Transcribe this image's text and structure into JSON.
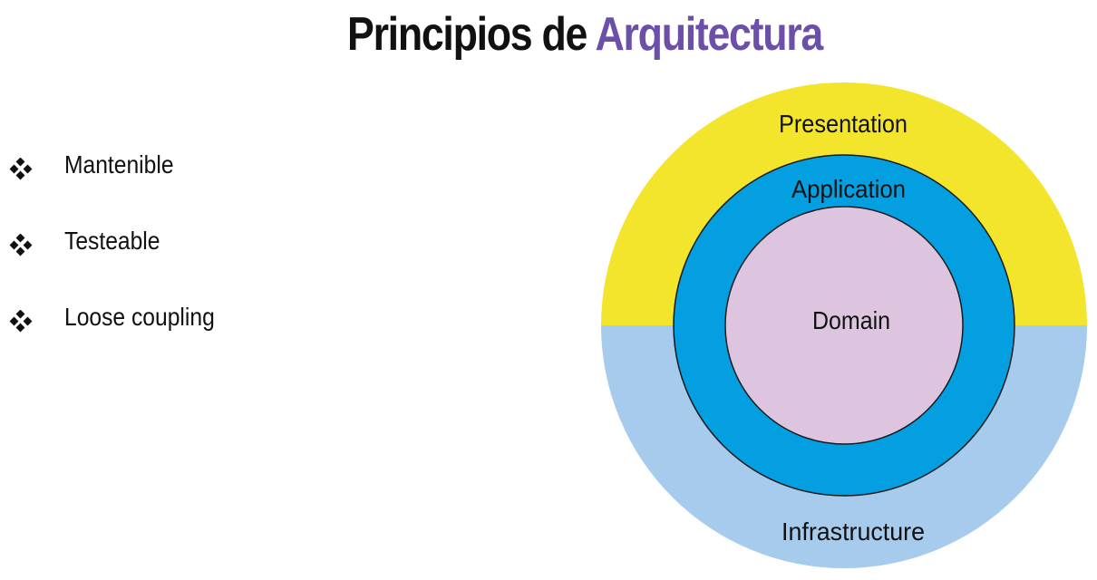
{
  "title": {
    "prefix": "Principios de ",
    "accent": "Arquitectura"
  },
  "bullets": [
    {
      "label": "Mantenible"
    },
    {
      "label": "Testeable"
    },
    {
      "label": "Loose coupling"
    }
  ],
  "diagram": {
    "layers": {
      "presentation": "Presentation",
      "application": "Application",
      "domain": "Domain",
      "infrastructure": "Infrastructure"
    }
  },
  "colors": {
    "accent": "#6b4fa8",
    "presentation": "#f3e52c",
    "infrastructure": "#a6cbec",
    "application": "#049fe0",
    "domain": "#ddc4df"
  }
}
